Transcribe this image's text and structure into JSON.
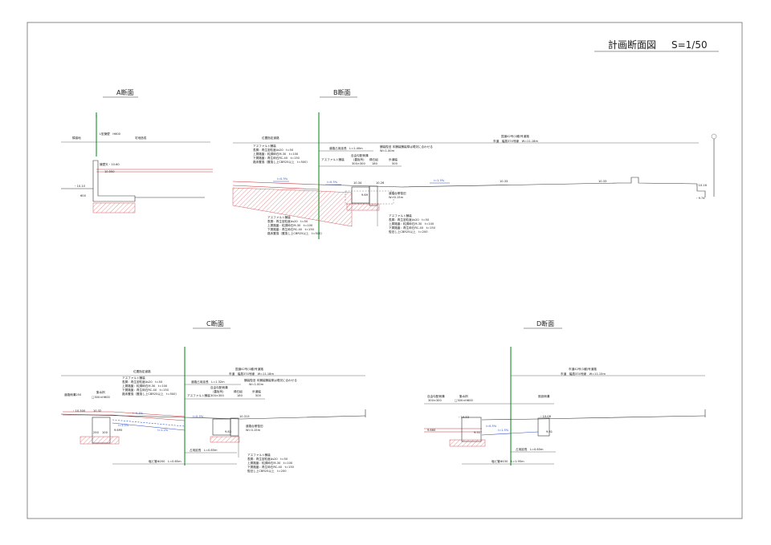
{
  "drawing": {
    "title": "計画断面図",
    "scale": "S=1/50"
  },
  "section_a": {
    "title": "A断面",
    "left_label": "隣接地",
    "mid_label": "L型擁壁　H600",
    "right_label": "宅地造成",
    "lvl_top": "擁壁天・10.60",
    "lvl_a": "10.550",
    "lvl_b": "・10.10",
    "dim_height": "600"
  },
  "section_b": {
    "title": "B断面",
    "left_road": "位置指定道路",
    "right_road": "国道42号(1種)号道路",
    "right_road_2": "市道　幅員374号線　W=11.18m",
    "road_ext": "道路占用延長　L=1.40m",
    "box_label": "自由勾配側溝",
    "box_sub": "(蓋板有)",
    "box_size": "300×300",
    "curb": "縁石組",
    "curb_size": "180",
    "sidewalk": "歩道幅",
    "sidewalk_size": "500",
    "note_top": "舗装復旧 本舗装舗装厚は現況に合わせる",
    "note_top_w": "W=1.00m",
    "asphalt_top": "アスファルト舗装",
    "asph_rows": [
      "表層：再生密粒度As20　t=50",
      "上層路盤：粒調砕石M-30　t=100",
      "下層路盤：再生砕石RC-40　t=150",
      "路床置換（置換し上CBR25以上　t=500）"
    ],
    "asph_b_title": "アスファルト舗装",
    "asph_b_rows": [
      "表層：再生密粒度As20　t=50",
      "上層路盤：粒調砕石M-30　t=100",
      "下層路盤：再生砕石RC-40　t=150",
      "路床置換（置換し上CBR25以上　t=500）"
    ],
    "asph_c_title": "アスファルト舗装",
    "asph_c_rows": [
      "表層：再生密粒度As20　t=50",
      "上層路盤：粒調砕石M-30　t=100",
      "下層路盤：再生砕石RC-40　t=150",
      "復旧し上CBR25以上　t=200"
    ],
    "asph_label": "アスファルト舗装",
    "road_restore": "道路台帳復旧",
    "road_restore_w": "W=0.15m",
    "slope_left": "i=0.5%",
    "slope_mid": "i=0.5%",
    "slope_right": "i=1.5%",
    "lv_1": "10.34",
    "lv_2": "10.26",
    "lv_3": "9.69",
    "lv_4": "10.33",
    "lv_5": "10.33",
    "lv_6": "・10.16",
    "lv_7": "・9.74"
  },
  "section_c": {
    "title": "C断面",
    "left_road": "位置指定道路",
    "right_road": "国道42号(1種)号道路",
    "right_road_2": "市道　幅員374号線　W=11.18m",
    "drain_label": "道路側溝250",
    "basin": "集水桝",
    "basin_size": "□300×H600",
    "road_ext": "道路占用延長　L=1.32m",
    "box_label": "自由勾配側溝",
    "box_sub": "(蓋板有)",
    "box_size": "300×300",
    "curb": "縁石組",
    "curb_size": "180",
    "sidewalk": "歩道幅",
    "sidewalk_size": "500",
    "asph_a_title": "アスファルト舗装",
    "asph_a_rows": [
      "表層：再生密粒度As20　t=50",
      "上層路盤：粒調砕石M-30　t=100",
      "下層路盤：再生砕石RC-40　t=150",
      "路床置換（置換し上CBR25以上　t=500）"
    ],
    "note_top": "舗装復旧 本舗装舗装厚は現況に合わせる",
    "note_top_w": "W=1.00m",
    "asph_label": "アスファルト舗装",
    "road_restore": "道路台帳復旧",
    "road_restore_w": "W=0.15m",
    "asph_b_title": "アスファルト舗装",
    "asph_b_rows": [
      "表層：再生密粒度As20　t=50",
      "上層路盤：粒調砕石M-30　t=100",
      "下層路盤：再生砕石RC-40　t=150",
      "復旧し上CBR25以上　t=200"
    ],
    "pipe_ext": "占用延長　L=0.65m",
    "pipe_label": "塩ビ管Φ200　L=0.65m",
    "slope_1": "i=0.5%",
    "slope_2": "i=0.5%",
    "slope_3": "i=1.0%",
    "slope_4": "i=1.2%",
    "lv_1": "・10.300",
    "lv_2": "10.32",
    "lv_3": "9.695",
    "lv_4": "10.313",
    "lv_5": "9.83",
    "dim_1": "250",
    "dim_2": "100"
  },
  "section_d": {
    "title": "D断面",
    "right_road": "市道42号(1種)号道路",
    "right_road_2": "市道　幅員374号線　W=11.15m",
    "box_label": "自由勾配側溝",
    "box_size": "300×300",
    "basin": "集水桝",
    "basin_size": "□300×H600",
    "curb": "既設側溝",
    "pipe_ext": "占用延長　L=0.65m",
    "pipe_label": "塩ビ管Φ150　L=1.95m",
    "slope_1": "i=0.5%",
    "slope_2": "i=1.5%",
    "lv_1": "・10.33",
    "lv_2": "・10.08",
    "lv_3": "9.660",
    "lv_4": "9.51",
    "lv_5": "9.61"
  }
}
